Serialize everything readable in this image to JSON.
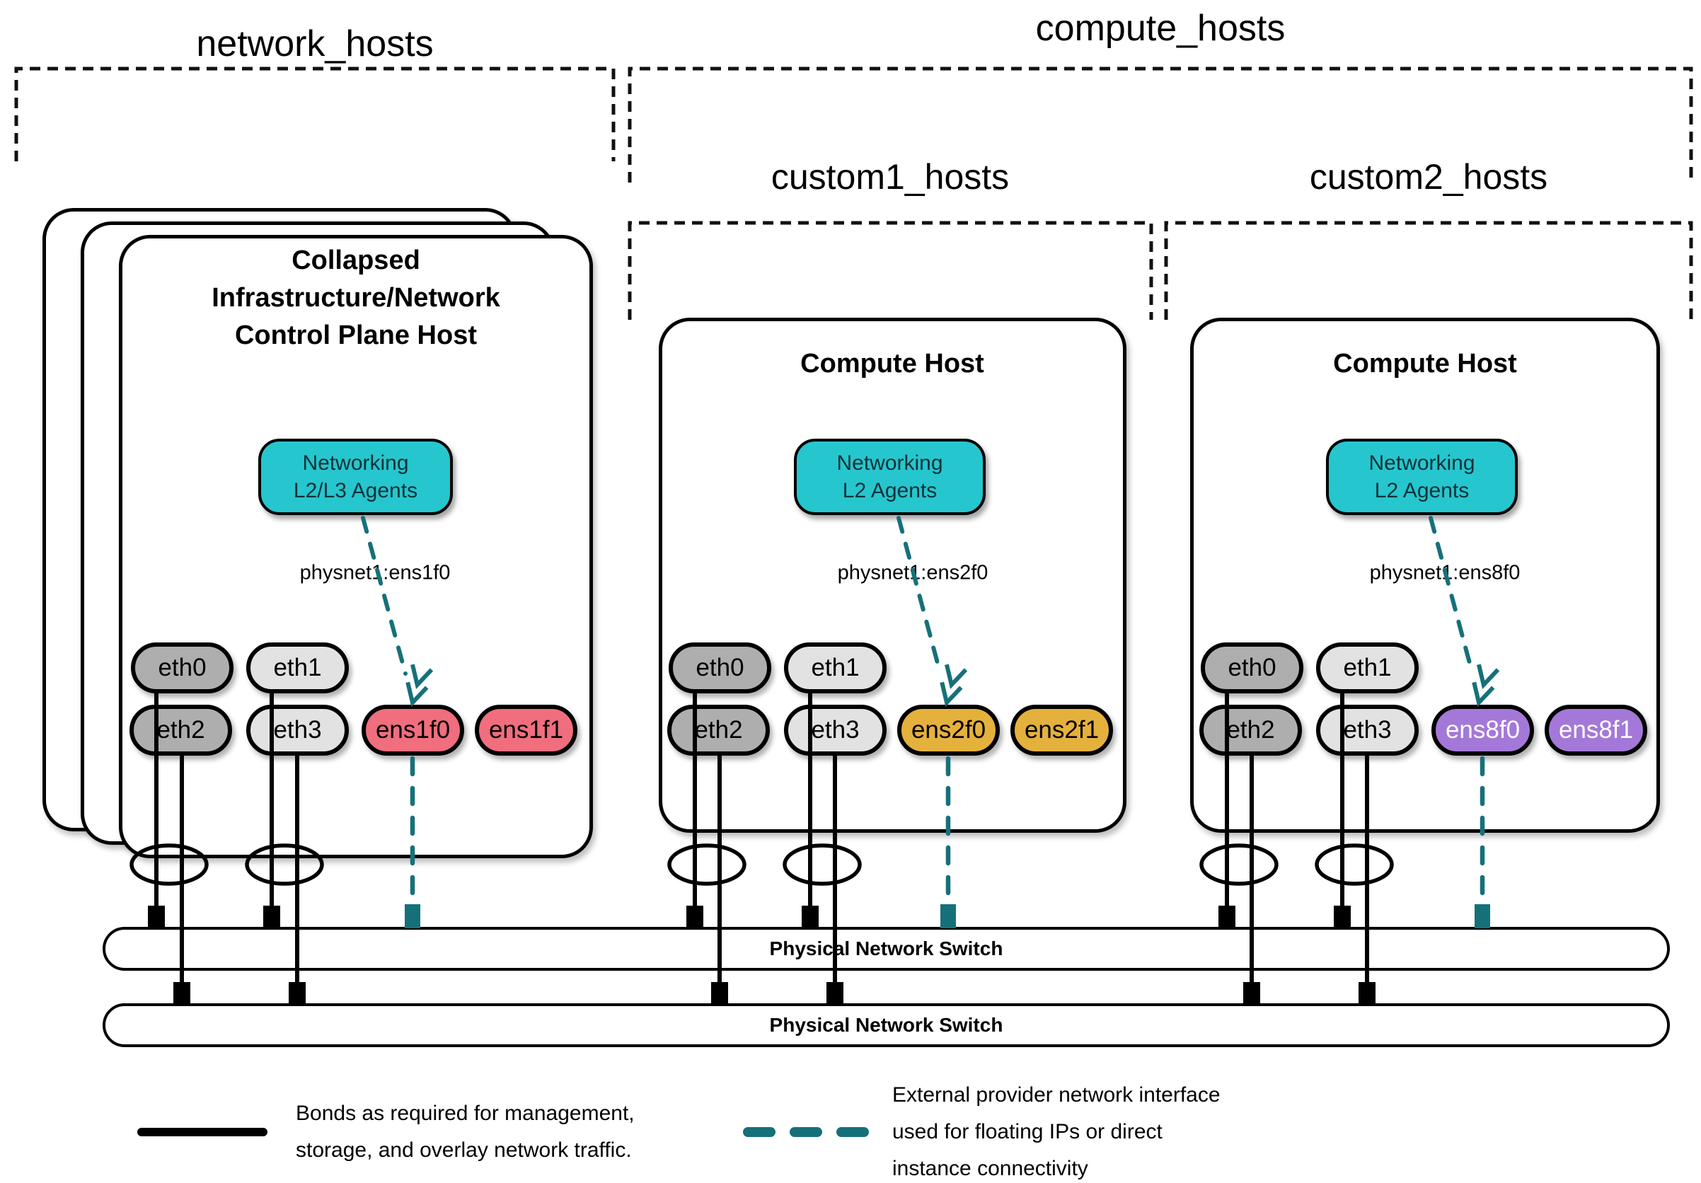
{
  "groups": {
    "network": "network_hosts",
    "compute": "compute_hosts",
    "custom1": "custom1_hosts",
    "custom2": "custom2_hosts"
  },
  "hosts": [
    {
      "title_lines": [
        "Collapsed",
        "Infrastructure/Network",
        "Control Plane Host"
      ],
      "agent_lines": [
        "Networking",
        "L2/L3 Agents"
      ],
      "physnet": "physnet1:ens1f0",
      "nics": [
        {
          "label": "eth0"
        },
        {
          "label": "eth1"
        },
        {
          "label": "eth2"
        },
        {
          "label": "eth3"
        },
        {
          "label": "ens1f0"
        },
        {
          "label": "ens1f1"
        }
      ]
    },
    {
      "title": "Compute Host",
      "agent_lines": [
        "Networking",
        "L2 Agents"
      ],
      "physnet": "physnet1:ens2f0",
      "nics": [
        {
          "label": "eth0"
        },
        {
          "label": "eth1"
        },
        {
          "label": "eth2"
        },
        {
          "label": "eth3"
        },
        {
          "label": "ens2f0"
        },
        {
          "label": "ens2f1"
        }
      ]
    },
    {
      "title": "Compute Host",
      "agent_lines": [
        "Networking",
        "L2 Agents"
      ],
      "physnet": "physnet1:ens8f0",
      "nics": [
        {
          "label": "eth0"
        },
        {
          "label": "eth1"
        },
        {
          "label": "eth2"
        },
        {
          "label": "eth3"
        },
        {
          "label": "ens8f0"
        },
        {
          "label": "ens8f1"
        }
      ]
    }
  ],
  "switches": [
    {
      "label": "Physical Network Switch"
    },
    {
      "label": "Physical Network Switch"
    }
  ],
  "legend": {
    "bond": {
      "line1": "Bonds as required for management,",
      "line2": "storage, and overlay network traffic."
    },
    "external": {
      "line1": "External provider network interface",
      "line2": "used for floating IPs or direct",
      "line3": "instance connectivity"
    }
  },
  "colors": {
    "teal_fill": "#26c6ce",
    "teal_line": "#16707a",
    "pink": "#f06e7e",
    "gold": "#e5b13d",
    "purple": "#a478d8",
    "gray_dark": "#aeaeae",
    "gray_light": "#e2e2e2"
  }
}
